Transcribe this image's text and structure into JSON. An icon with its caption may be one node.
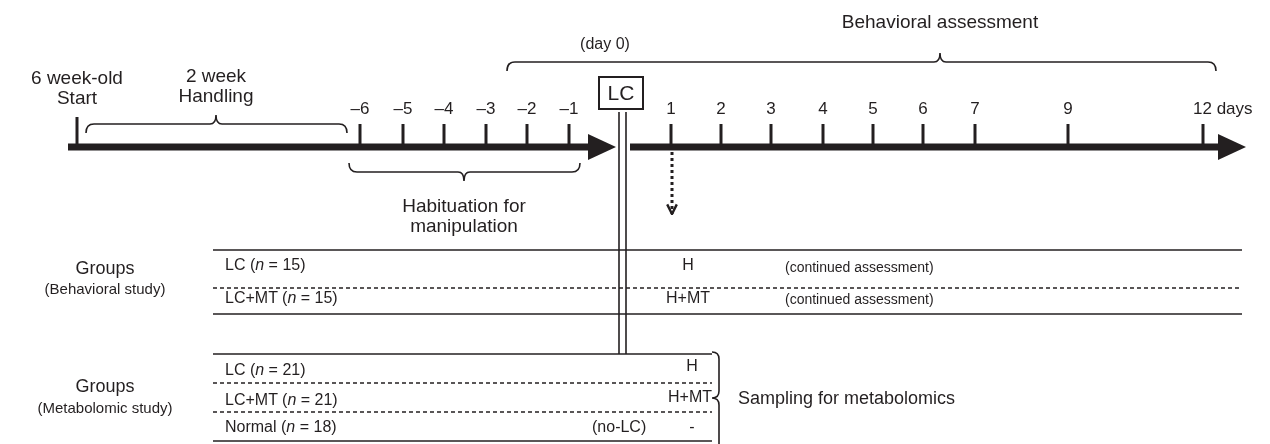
{
  "diagram": {
    "nodes": [
      {
        "text": [
          "LC"
        ]
      }
    ],
    "labels": [
      "Behavioral assessment",
      "(day 0)",
      "6 week-old Start",
      "2 week Handling",
      "–6",
      "–5",
      "–4",
      "–3",
      "–2",
      "–1",
      "1",
      "2",
      "3",
      "4",
      "5",
      "6",
      "7",
      "9",
      "12 days",
      "Habituation for manipulation",
      "Groups",
      "(Behavioral study)",
      "LC (*n* = 15)",
      "H",
      "(continued assessment)",
      "LC+MT (*n* = 15)",
      "H+MT",
      "(continued assessment)",
      "Groups",
      "(Metabolomic study)",
      "LC (*n* = 21)",
      "H",
      "LC+MT (*n* = 21)",
      "H+MT",
      "Sampling for metabolomics",
      "Normal (*n* = 18)",
      "(no-LC)",
      "-"
    ]
  }
}
